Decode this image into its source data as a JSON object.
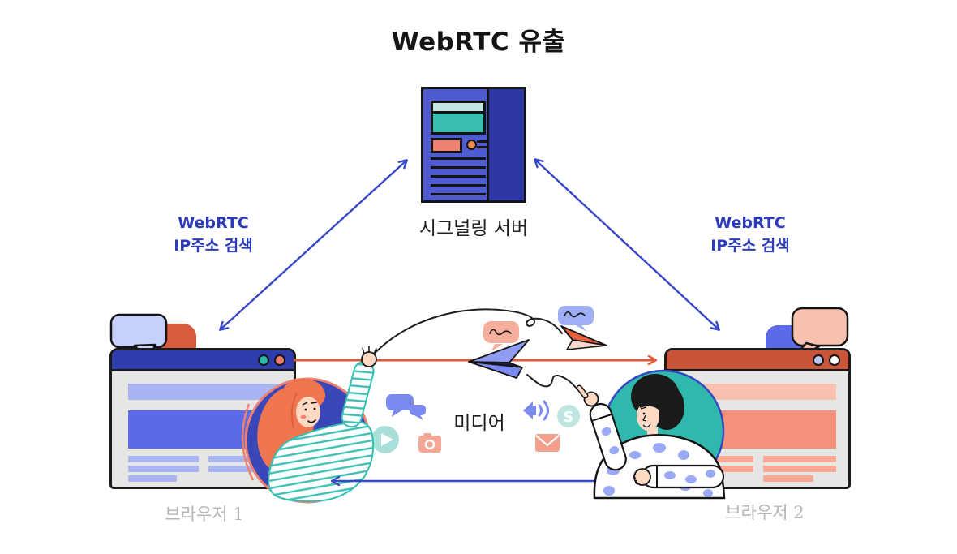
{
  "title": "WebRTC 유출",
  "server": {
    "label": "시그널링 서버"
  },
  "links": {
    "left": {
      "line1": "WebRTC",
      "line2": "IP주소 검색"
    },
    "right": {
      "line1": "WebRTC",
      "line2": "IP주소 검색"
    }
  },
  "media": {
    "label": "미디어",
    "skype_letter": "S",
    "icons": [
      "chat-bubbles-icon",
      "play-icon",
      "camera-icon",
      "speaker-icon",
      "skype-icon",
      "mail-icon"
    ]
  },
  "browsers": {
    "left": {
      "label": "브라우저 1"
    },
    "right": {
      "label": "브라우저 2"
    }
  },
  "colors": {
    "arrow_blue": "#3448C5",
    "label_blue": "#2B3BBB",
    "titlebar_indigo": "#2F3CAB",
    "titlebar_red": "#C8553A",
    "server_panel": "#4F5BD0",
    "server_panel_dark": "#2D38A6",
    "periwinkle": "#7B8AEF",
    "periwinkle_light": "#A9B5F2",
    "teal": "#2EB9AC",
    "teal_light": "#A9DFD8",
    "red_orange": "#D95B3F",
    "salmon": "#F08070",
    "salmon_light": "#F5A896",
    "peach_bubble": "#F8C0AE",
    "window_gray": "#E6E6E4",
    "caption_gray": "#B8B4B0"
  }
}
